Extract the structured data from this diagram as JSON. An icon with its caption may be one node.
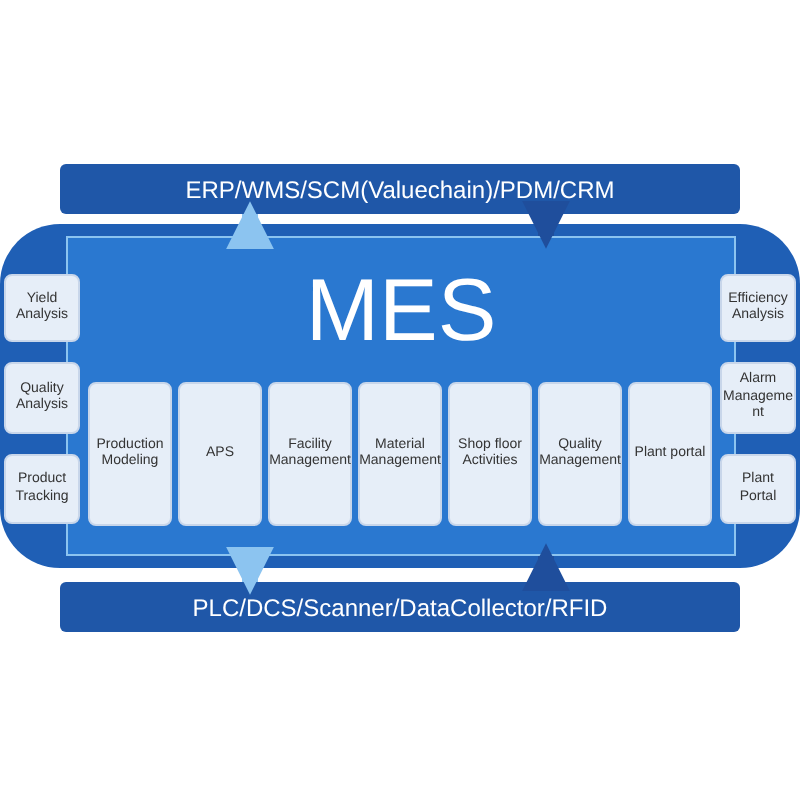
{
  "diagram": {
    "nodes": [
      {
        "text": [
          "ERP/WMS/SCM(Valuechain)/PDM/CRM"
        ]
      },
      {
        "text": [],
        "shape": "box"
      },
      {
        "text": [
          "MES"
        ],
        "in": 1
      },
      {
        "text": [
          "Production Modeling"
        ],
        "in": 2
      },
      {
        "text": [
          "APS"
        ],
        "in": 2
      },
      {
        "text": [
          "Facility Management"
        ],
        "in": 2
      },
      {
        "text": [
          "Material Management"
        ],
        "in": 2
      },
      {
        "text": [
          "Shop floor Activities"
        ],
        "in": 2
      },
      {
        "text": [
          "Quality Management"
        ],
        "in": 2
      },
      {
        "text": [
          "Plant portal"
        ],
        "in": 2
      },
      {
        "text": [
          "Yield Analysis"
        ],
        "in": 1
      },
      {
        "text": [
          "Quality Analysis"
        ],
        "in": 1
      },
      {
        "text": [
          "Product Tracking"
        ],
        "in": 1
      },
      {
        "text": [
          "Efficiency Analysis"
        ],
        "in": 1
      },
      {
        "text": [
          "Alarm Management"
        ],
        "in": 1
      },
      {
        "text": [
          "Plant Portal"
        ],
        "in": 1
      },
      {
        "text": [
          "PLC/DCS/Scanner/DataCollector/RFID"
        ]
      }
    ],
    "edges": [
      {
        "from": 2,
        "to": 0,
        "arrow": "to",
        "color": "#8cc4f0"
      },
      {
        "from": 0,
        "to": 2,
        "arrow": "to",
        "color": "#1f4e9c"
      },
      {
        "from": 2,
        "to": 16,
        "arrow": "to",
        "color": "#8cc4f0"
      },
      {
        "from": 16,
        "to": 2,
        "arrow": "to",
        "color": "#1f4e9c"
      }
    ]
  }
}
